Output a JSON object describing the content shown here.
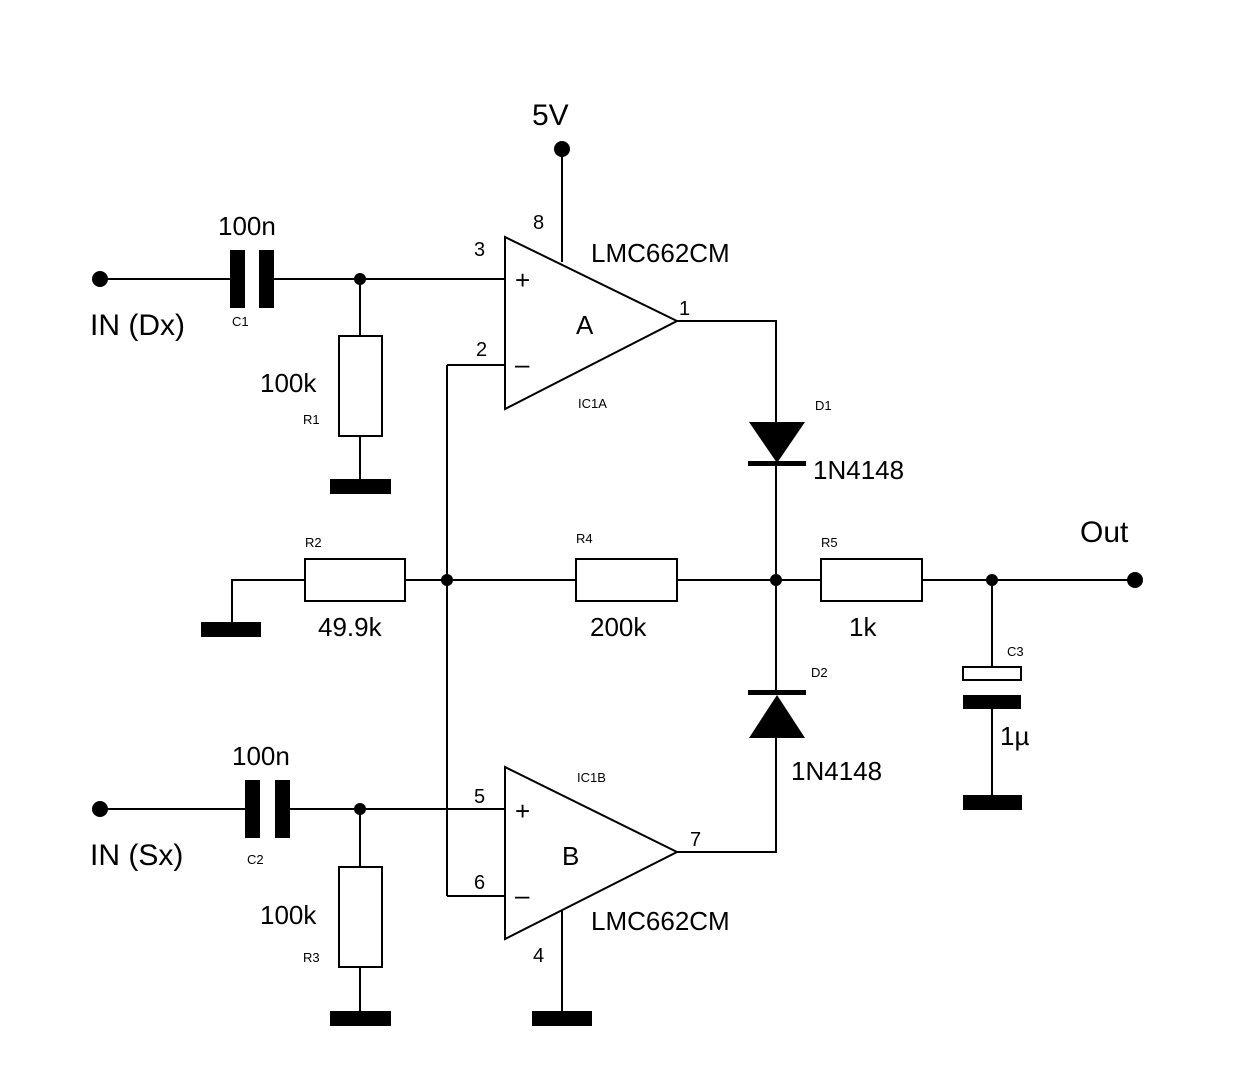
{
  "supply": {
    "label": "5V"
  },
  "inputs": {
    "in_dx": "IN (Dx)",
    "in_sx": "IN (Sx)"
  },
  "output": {
    "label": "Out"
  },
  "opamps": {
    "a": {
      "part": "LMC662CM",
      "ref": "IC1A",
      "letter": "A",
      "plus": "+",
      "minus": "–",
      "pin_plus": "3",
      "pin_minus": "2",
      "pin_out": "1",
      "pin_power": "8"
    },
    "b": {
      "part": "LMC662CM",
      "ref": "IC1B",
      "letter": "B",
      "plus": "+",
      "minus": "–",
      "pin_plus": "5",
      "pin_minus": "6",
      "pin_out": "7",
      "pin_power": "4"
    }
  },
  "capacitors": {
    "c1": {
      "ref": "C1",
      "value": "100n"
    },
    "c2": {
      "ref": "C2",
      "value": "100n"
    },
    "c3": {
      "ref": "C3",
      "value": "1µ"
    }
  },
  "resistors": {
    "r1": {
      "ref": "R1",
      "value": "100k"
    },
    "r2": {
      "ref": "R2",
      "value": "49.9k"
    },
    "r3": {
      "ref": "R3",
      "value": "100k"
    },
    "r4": {
      "ref": "R4",
      "value": "200k"
    },
    "r5": {
      "ref": "R5",
      "value": "1k"
    }
  },
  "diodes": {
    "d1": {
      "ref": "D1",
      "part": "1N4148"
    },
    "d2": {
      "ref": "D2",
      "part": "1N4148"
    }
  }
}
